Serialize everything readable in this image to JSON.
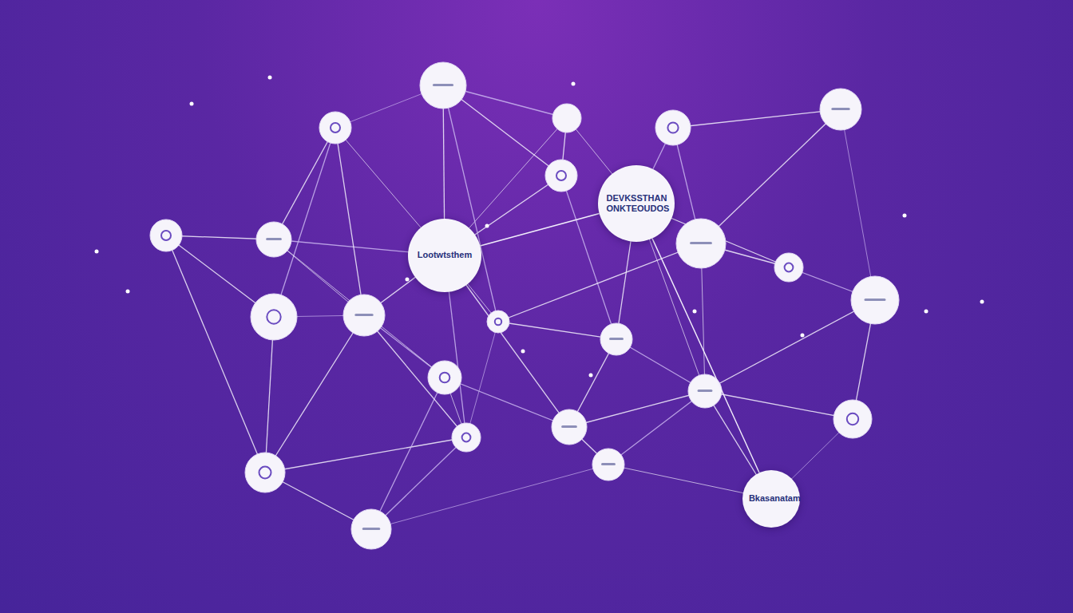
{
  "diagram": {
    "nodes": [
      {
        "text": [
          "DEVKSSTHAN ONKTEOUDOS"
        ]
      },
      {
        "text": [
          "Lootwtsthem"
        ]
      },
      {
        "text": [
          "Bkasanatam"
        ]
      }
    ],
    "edges": [
      {
        "from": 1,
        "to": 0,
        "arrow": "none"
      },
      {
        "from": 0,
        "to": 2,
        "arrow": "none"
      }
    ]
  }
}
